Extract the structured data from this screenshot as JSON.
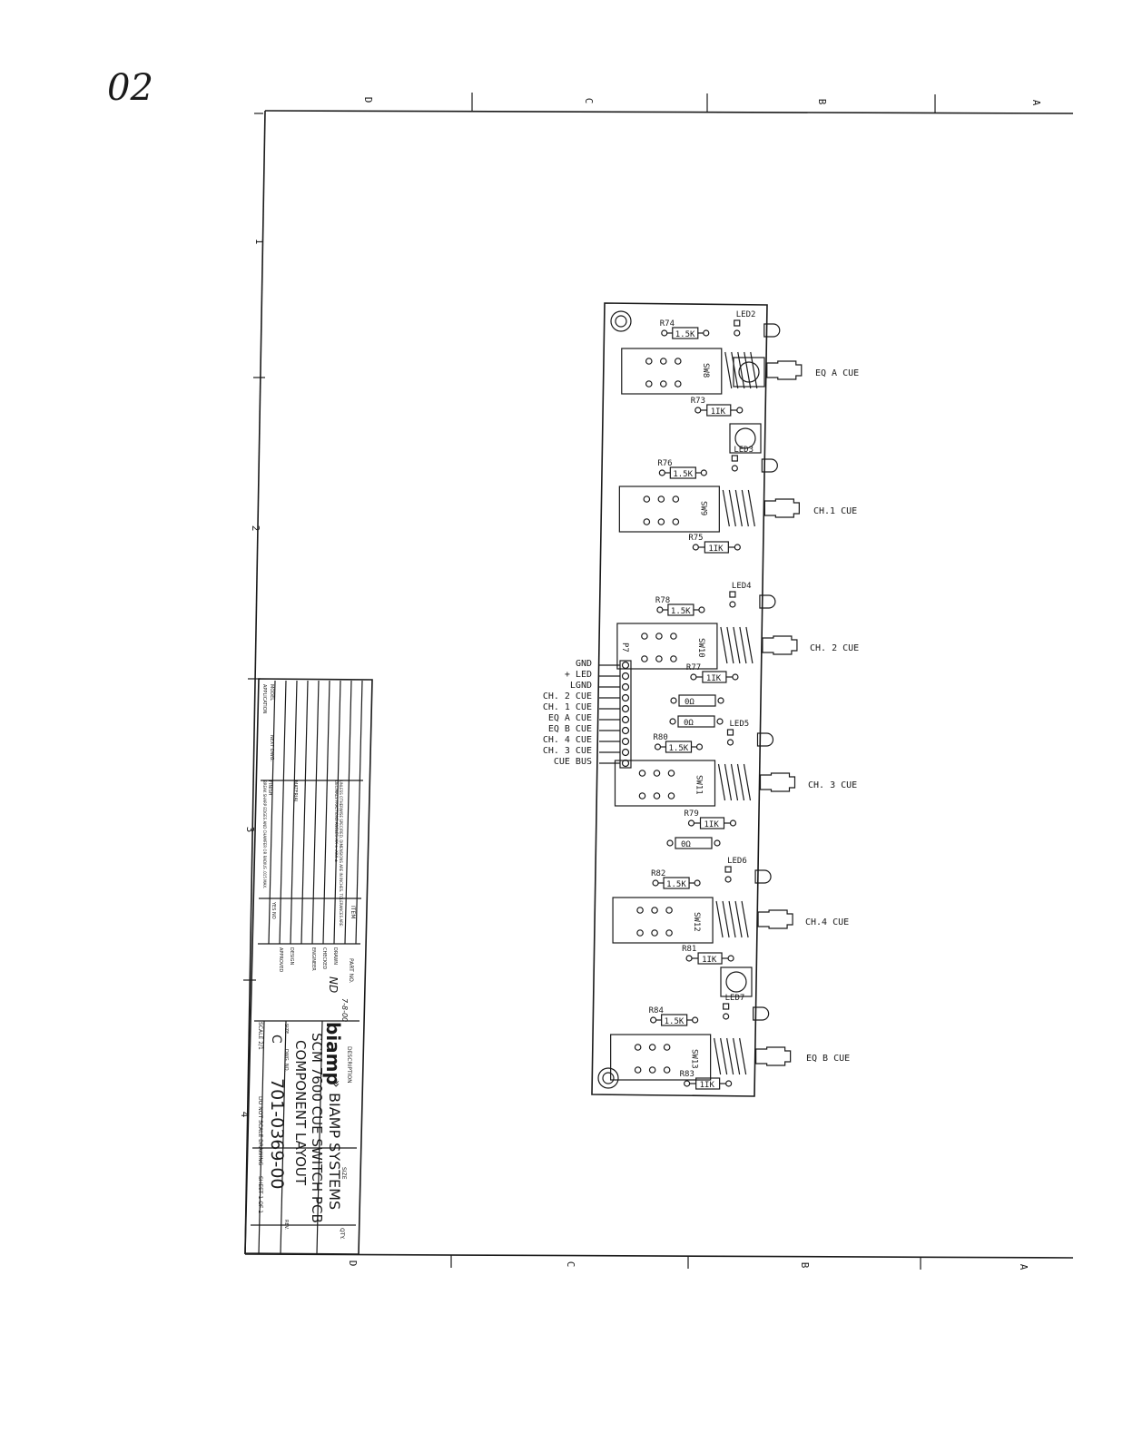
{
  "page_mark": "02",
  "border": {
    "zones_top": [
      "D",
      "C",
      "B",
      "A"
    ],
    "zones_bottom": [
      "D",
      "C",
      "B",
      "A"
    ],
    "rows_left": [
      "1",
      "2",
      "3",
      "4"
    ]
  },
  "pcb": {
    "connector": "P7",
    "pins": [
      "GND",
      "+ LED",
      "LGND",
      "CH. 2 CUE",
      "CH. 1 CUE",
      "EQ A CUE",
      "EQ B CUE",
      "CH. 4 CUE",
      "CH. 3 CUE",
      "CUE BUS"
    ],
    "switch_labels": [
      "SW8",
      "SW9",
      "SW10",
      "SW11",
      "SW12",
      "SW13"
    ],
    "led_labels": [
      "LED2",
      "LED3",
      "LED4",
      "LED5",
      "LED6",
      "LED7"
    ],
    "resistors": [
      {
        "ref": "R74",
        "value": "1.5K"
      },
      {
        "ref": "R73",
        "value": "1IK"
      },
      {
        "ref": "R76",
        "value": "1.5K"
      },
      {
        "ref": "R75",
        "value": "1IK"
      },
      {
        "ref": "R78",
        "value": "1.5K"
      },
      {
        "ref": "R77",
        "value": "1IK"
      },
      {
        "ref": "R80",
        "value": "1.5K"
      },
      {
        "ref": "R79",
        "value": "1IK"
      },
      {
        "ref": "R82",
        "value": "1.5K"
      },
      {
        "ref": "R81",
        "value": "1IK"
      },
      {
        "ref": "R84",
        "value": "1.5K"
      },
      {
        "ref": "R83",
        "value": "1IK"
      }
    ],
    "jumpers": [
      "0Ω",
      "0Ω",
      "0Ω"
    ],
    "cue_labels": [
      "EQ A CUE",
      "CH.1 CUE",
      "CH. 2 CUE",
      "CH. 3 CUE",
      "CH.4 CUE",
      "EQ B CUE"
    ]
  },
  "title_block": {
    "company_logo": "biamp",
    "company_name": "BIAMP SYSTEMS",
    "title_line1": "SCM 7600 CUE SWITCH PCB",
    "title_line2": "COMPONENT LAYOUT",
    "size": "C",
    "dwg_no": "701-0369-00",
    "scale": "SCALE 2/1",
    "do_not_scale": "DO NOT SCALE DRAWING",
    "sheet": "SHEET 1 OF 1",
    "drawn_by": "ND",
    "date": "7-8-00",
    "headers": {
      "qty": "QTY.",
      "size": "SIZE",
      "description": "DESCRIPTION",
      "part_no": "PART NO.",
      "item": "ITEM",
      "model": "MODEL",
      "application": "APPLICATION",
      "next_dwg": "NEXT DWG.",
      "finish": "FINISH",
      "material": "MATERIAL",
      "drawn": "DRAWN",
      "checked": "CHECKED",
      "engineer": "ENGINEER",
      "design": "DESIGN",
      "approved": "APPROVED",
      "size_label": "SIZE",
      "dwg_no_label": "DWG. NO.",
      "rev": "REV."
    },
    "tolerance_note": "UNLESS OTHERWISE SPECIFIED, DIMENSIONS ARE IN INCHES. TOLERANCES ARE: DECIMALS FRACTIONS ANGLES .XX ± .XXX ±",
    "break_edges_note": "BREAK SHARP EDGES AND CHAMFER OR RADIUS .015 MAX.",
    "yes_no": "YES  NO"
  }
}
